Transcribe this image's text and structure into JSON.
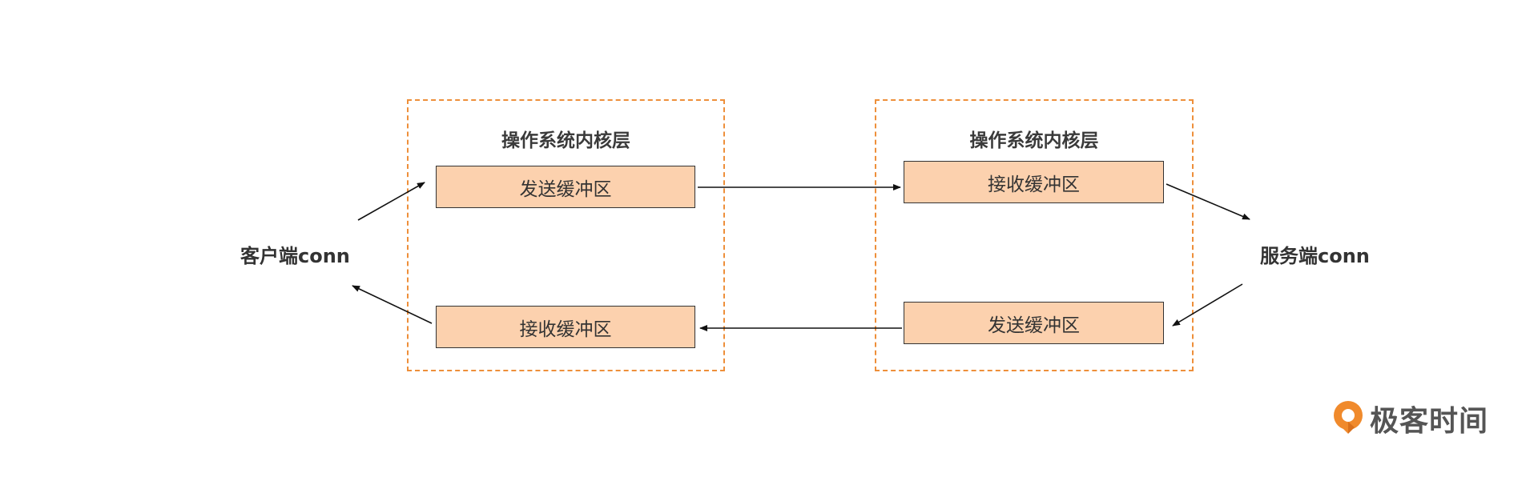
{
  "diagram": {
    "client": {
      "label": "客户端conn"
    },
    "server": {
      "label": "服务端conn"
    },
    "client_kernel": {
      "title": "操作系统内核层",
      "send_buffer": "发送缓冲区",
      "recv_buffer": "接收缓冲区"
    },
    "server_kernel": {
      "title": "操作系统内核层",
      "recv_buffer": "接收缓冲区",
      "send_buffer": "发送缓冲区"
    }
  },
  "logo": {
    "text": "极客时间"
  },
  "colors": {
    "dashed_border": "#ee8f3a",
    "buffer_fill": "#fcd1ae",
    "text": "#333333",
    "logo_accent": "#f08a2c"
  }
}
